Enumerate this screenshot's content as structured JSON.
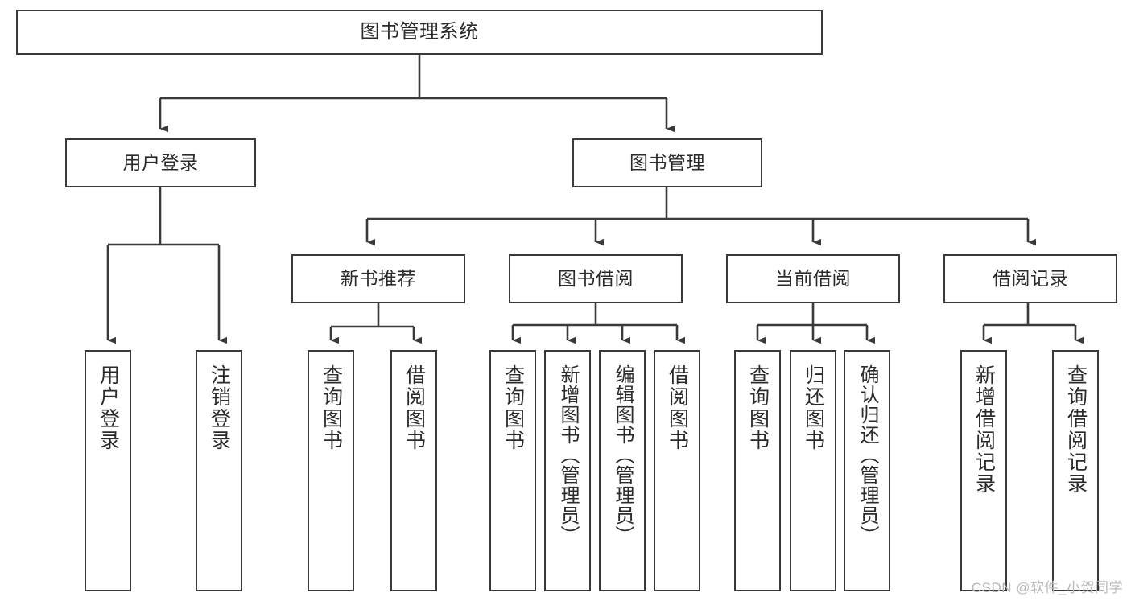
{
  "diagram": {
    "title": "图书管理系统",
    "watermark": "CSDN @软件_小贺同学",
    "colors": {
      "stroke": "#3a3a3a",
      "text": "#2b2b2b",
      "background": "#ffffff",
      "watermark": "#b9b9b9"
    },
    "nodes": {
      "root": {
        "label": "图书管理系统"
      },
      "level2": [
        {
          "label": "用户登录"
        },
        {
          "label": "图书管理"
        }
      ],
      "level3": [
        {
          "label": "新书推荐"
        },
        {
          "label": "图书借阅"
        },
        {
          "label": "当前借阅"
        },
        {
          "label": "借阅记录"
        }
      ],
      "leaves": {
        "user_login": [
          {
            "label": "用户登录"
          },
          {
            "label": "注销登录"
          }
        ],
        "new_book": [
          {
            "label": "查询图书"
          },
          {
            "label": "借阅图书"
          }
        ],
        "book_borrow": [
          {
            "label": "查询图书"
          },
          {
            "label": "新增图书（管理员）"
          },
          {
            "label": "编辑图书（管理员）"
          },
          {
            "label": "借阅图书"
          }
        ],
        "current_borrow": [
          {
            "label": "查询图书"
          },
          {
            "label": "归还图书"
          },
          {
            "label": "确认归还（管理员）"
          }
        ],
        "borrow_record": [
          {
            "label": "新增借阅记录"
          },
          {
            "label": "查询借阅记录"
          }
        ]
      }
    }
  }
}
